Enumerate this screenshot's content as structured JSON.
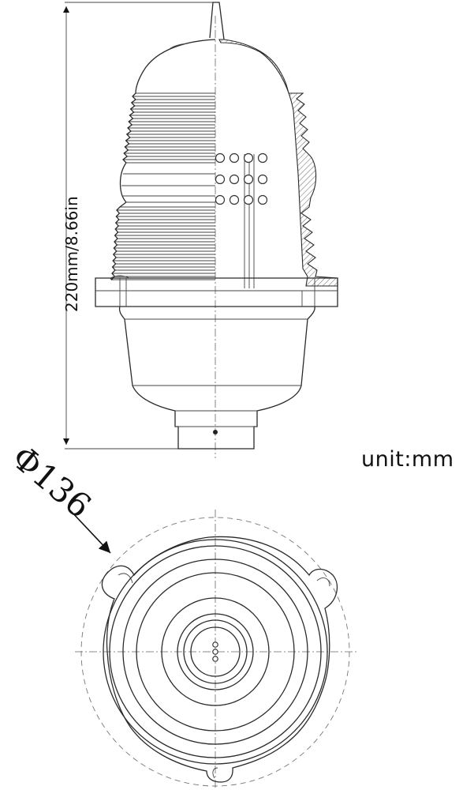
{
  "diagram": {
    "height_label": "220mm/8.66in",
    "unit_label": "unit:mm",
    "diameter_label": "Φ136"
  },
  "colors": {
    "line": "#2a2a2a",
    "background": "#ffffff"
  }
}
